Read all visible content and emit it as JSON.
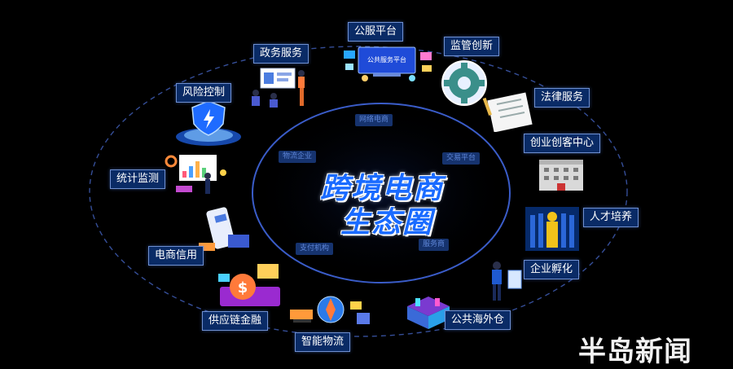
{
  "title_line1": "跨境电商",
  "title_line2": "生态圈",
  "labels": {
    "public_service": "公服平台",
    "gov_service": "政务服务",
    "supervision": "监管创新",
    "risk_control": "风险控制",
    "legal": "法律服务",
    "incubator": "创业创客中心",
    "statistics": "统计监测",
    "talent": "人才培养",
    "credit": "电商信用",
    "enterprise": "企业孵化",
    "supply_finance": "供应链金融",
    "logistics": "智能物流",
    "warehouse": "公共海外仓"
  },
  "screen_text": "公共服务平台",
  "inner_chips": [
    "网络电商",
    "物流企业",
    "交易平台",
    "支付机构",
    "服务商"
  ],
  "watermark": "半岛新闻",
  "colors": {
    "accent": "#1a6bff",
    "label_bg": "#0a2b66",
    "ring": "#3b57a8"
  }
}
